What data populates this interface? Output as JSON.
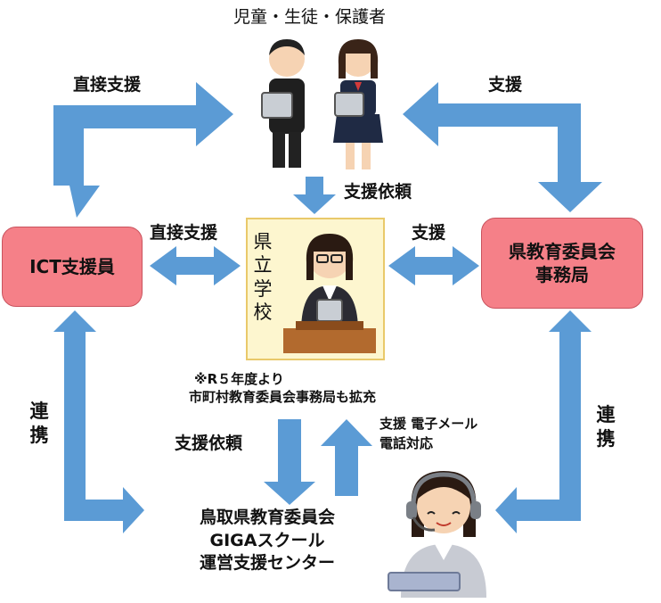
{
  "nodes": {
    "users_label": "児童・生徒・保護者",
    "ict_supporter": "ICT支援員",
    "school": "県立学校",
    "board_office": [
      "県教育委員会",
      "事務局"
    ],
    "support_center": [
      "鳥取県教育委員会",
      "GIGAスクール",
      "運営支援センター"
    ]
  },
  "edges": {
    "ict_to_users": "直接支援",
    "board_to_users": "支援",
    "school_to_users": "支援依頼",
    "ict_school": "直接支援",
    "board_school": "支援",
    "ict_center": "連携",
    "board_center": "連携",
    "school_to_center": "支援依頼",
    "center_to_school": [
      "支援 電子メール",
      "電話対応"
    ]
  },
  "note": [
    "※R５年度より",
    "市町村教育委員会事務局も拡充"
  ],
  "colors": {
    "arrow": "#5b9bd5",
    "box_fill": "#f58088",
    "school_fill": "#fdf6cf"
  }
}
